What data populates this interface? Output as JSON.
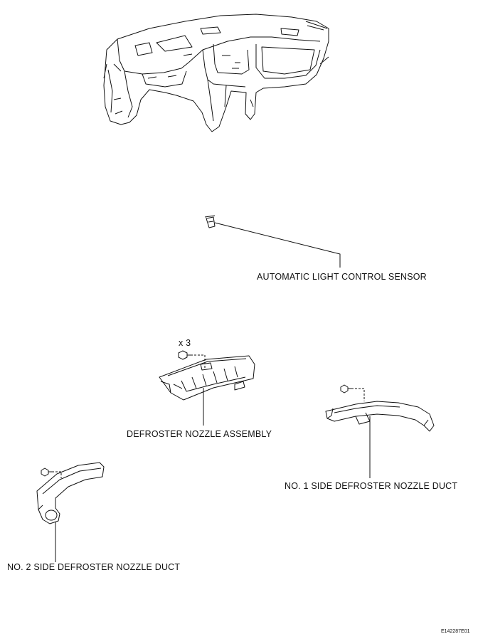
{
  "labels": {
    "sensor": "AUTOMATIC LIGHT CONTROL SENSOR",
    "qty": "x 3",
    "defroster": "DEFROSTER NOZZLE ASSEMBLY",
    "no1_duct": "NO. 1 SIDE DEFROSTER NOZZLE DUCT",
    "no2_duct": "NO. 2 SIDE DEFROSTER NOZZLE DUCT"
  },
  "figure_code": "E142287E01"
}
